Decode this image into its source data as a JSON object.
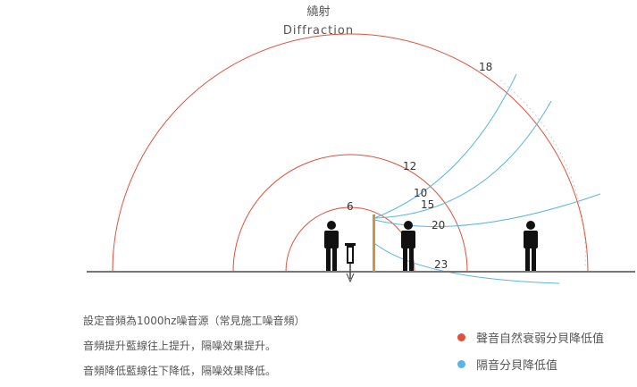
{
  "title_zh": "繞射",
  "title_en": "Diffraction",
  "colors": {
    "natural_decay": "#e2503c",
    "barrier_reduction": "#5ab4e5",
    "ground": "#777777",
    "barrier": "#c9973f",
    "person": "#111111"
  },
  "arc_labels": [
    "6",
    "12",
    "18"
  ],
  "line_labels": [
    "10",
    "15",
    "20",
    "23"
  ],
  "notes": [
    "設定音頻為1000hz噪音源（常見施工噪音頻）",
    "音頻提升藍線往上提升，隔噪效果提升。",
    "音頻降低藍線往下降低，隔噪效果降低。"
  ],
  "legend": [
    {
      "label": "聲音自然衰弱分貝降低值",
      "color": "#e2503c"
    },
    {
      "label": "隔音分貝降低值",
      "color": "#5ab4e5"
    }
  ],
  "icons": [
    "person-icon",
    "person-icon",
    "person-icon",
    "jackhammer-icon"
  ]
}
